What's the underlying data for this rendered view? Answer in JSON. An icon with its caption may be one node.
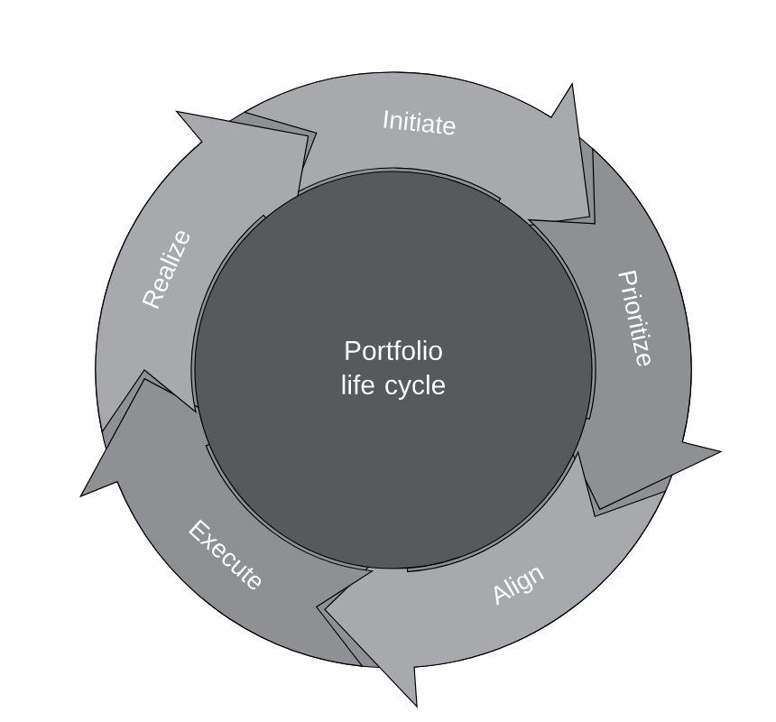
{
  "diagram": {
    "nodes": [
      {
        "text": [
          "Portfolio life cycle"
        ]
      },
      {
        "text": [
          "Initiate"
        ]
      },
      {
        "text": [
          "Prioritize"
        ]
      },
      {
        "text": [
          "Align"
        ]
      },
      {
        "text": [
          "Execute"
        ]
      },
      {
        "text": [
          "Realize"
        ]
      }
    ]
  }
}
